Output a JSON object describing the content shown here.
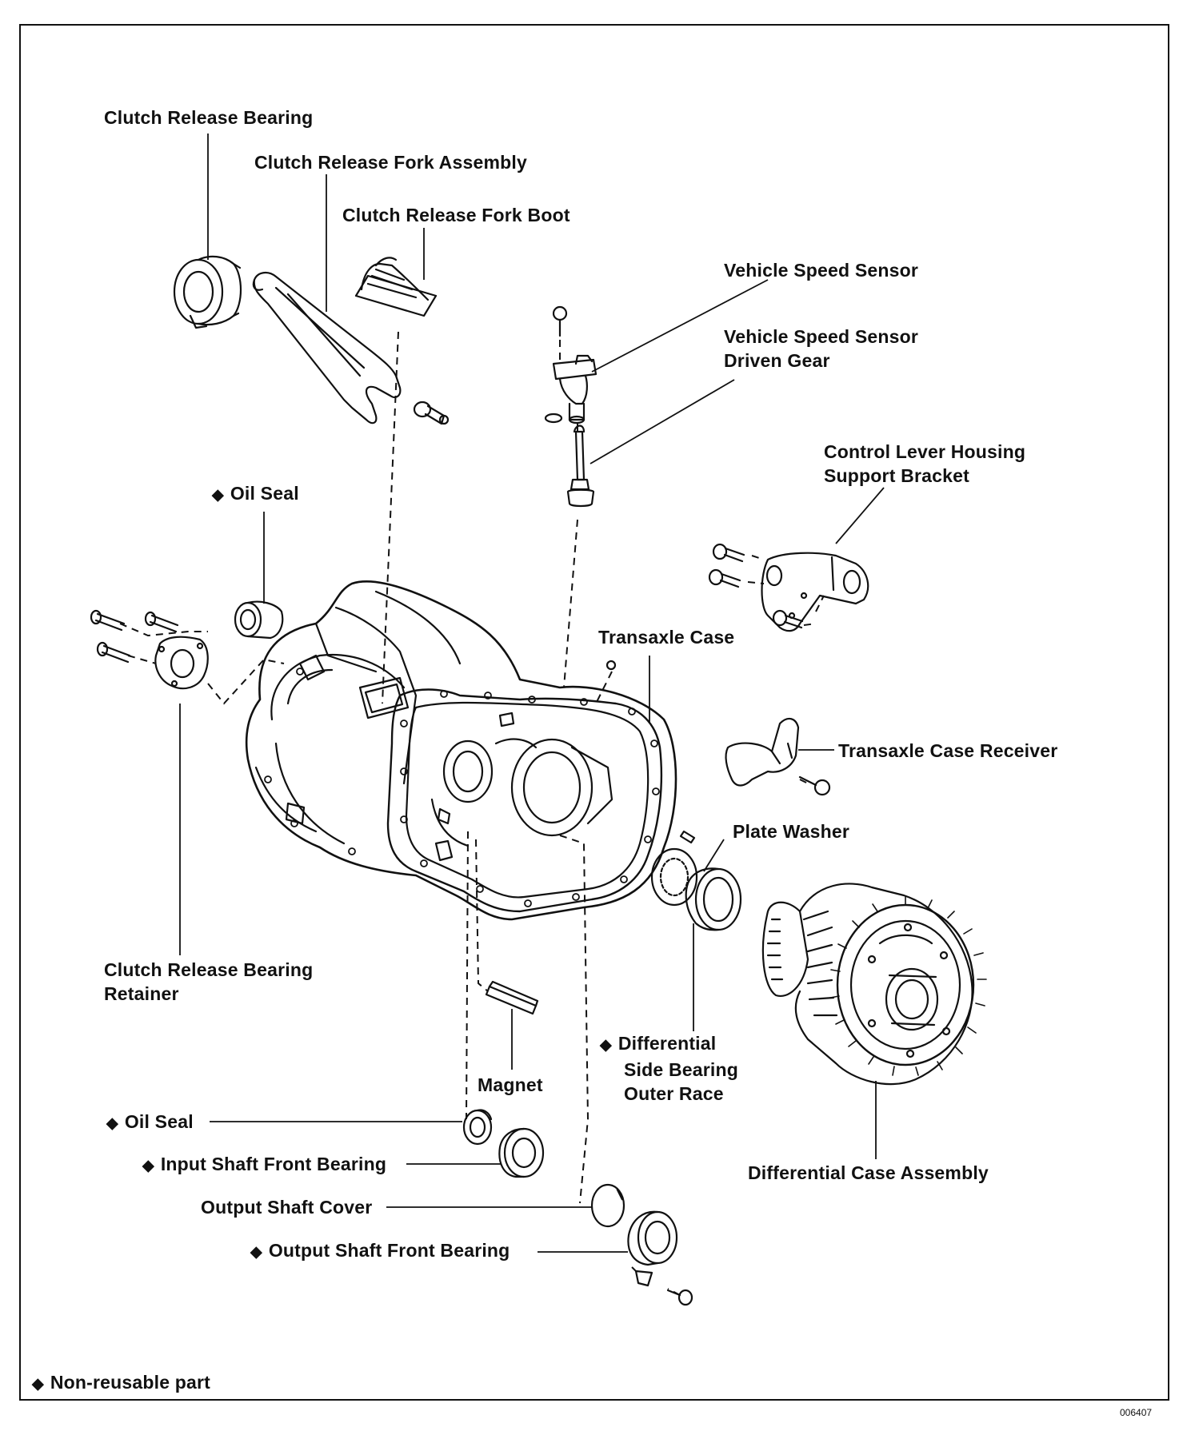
{
  "marker": "◆",
  "labels": {
    "clutch_release_bearing": "Clutch Release Bearing",
    "clutch_release_fork_assembly": "Clutch Release Fork Assembly",
    "clutch_release_fork_boot": "Clutch Release Fork Boot",
    "vehicle_speed_sensor": "Vehicle Speed Sensor",
    "vehicle_speed_sensor_driven_gear": [
      "Vehicle Speed Sensor",
      "Driven Gear"
    ],
    "control_lever_housing_support_bracket": [
      "Control Lever Housing",
      "Support Bracket"
    ],
    "oil_seal_upper": "Oil Seal",
    "transaxle_case": "Transaxle Case",
    "transaxle_case_receiver": "Transaxle Case Receiver",
    "plate_washer": "Plate Washer",
    "clutch_release_bearing_retainer": [
      "Clutch Release Bearing",
      "Retainer"
    ],
    "differential_side_bearing_outer_race": [
      "Differential",
      "Side Bearing",
      "Outer Race"
    ],
    "magnet": "Magnet",
    "oil_seal_lower": "Oil Seal",
    "input_shaft_front_bearing": "Input Shaft Front Bearing",
    "output_shaft_cover": "Output Shaft Cover",
    "output_shaft_front_bearing": "Output Shaft Front Bearing",
    "differential_case_assembly": "Differential Case Assembly"
  },
  "legend": {
    "text": "Non-reusable part"
  },
  "figure_code": "006407"
}
